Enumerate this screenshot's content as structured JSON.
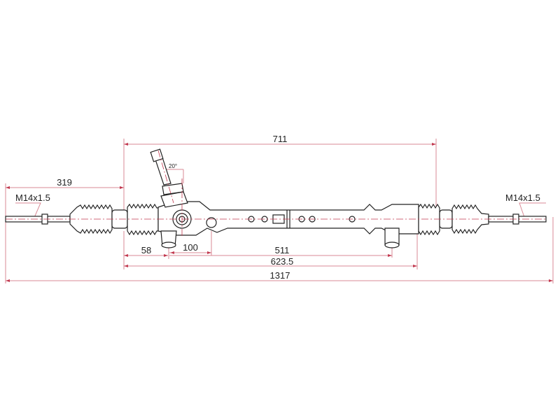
{
  "diagram": {
    "subject": "steering rack",
    "colors": {
      "dimension_line": "#d98a96",
      "center_line": "#c23a50",
      "outline": "#222222",
      "background": "#ffffff"
    },
    "dimensions": {
      "overall_length": "1317",
      "housing_length": "711",
      "left_tie_rod_length": "319",
      "mount_offset": "58",
      "pinion_to_mount": "100",
      "mount_spacing": "511",
      "mount_span": "623.5"
    },
    "threads": {
      "left": "M14x1.5",
      "right": "M14x1.5"
    },
    "pinion_angle": "20°"
  }
}
